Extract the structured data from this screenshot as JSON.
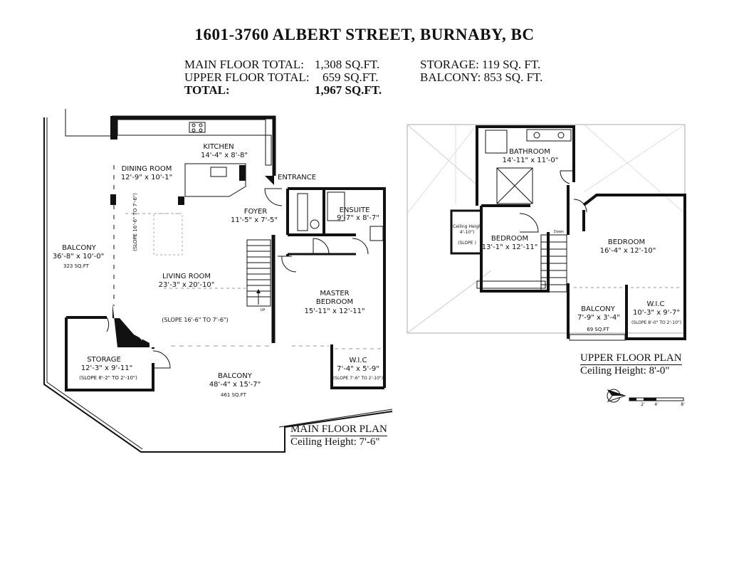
{
  "title": "1601-3760 ALBERT STREET, BURNABY, BC",
  "totals": {
    "main_floor_label": "MAIN FLOOR TOTAL:",
    "main_floor_value": "1,308 SQ.FT.",
    "upper_floor_label": "UPPER FLOOR TOTAL:",
    "upper_floor_value": "659 SQ.FT.",
    "total_label": "TOTAL:",
    "total_value": "1,967 SQ.FT.",
    "storage": "STORAGE: 119 SQ. FT.",
    "balcony": "BALCONY: 853 SQ. FT."
  },
  "main_floor": {
    "heading": "MAIN FLOOR PLAN",
    "ceiling": "Ceiling Height: 7'-6\"",
    "rooms": {
      "kitchen": {
        "name": "KITCHEN",
        "dims": "14'-4\" x 8'-8\""
      },
      "dining": {
        "name": "DINING ROOM",
        "dims": "12'-9\" x 10'-1\""
      },
      "entrance": {
        "name": "ENTRANCE"
      },
      "foyer": {
        "name": "FOYER",
        "dims": "11'-5\" x 7'-5\""
      },
      "ensuite": {
        "name": "ENSUITE",
        "dims": "9'-7\" x 8'-7\""
      },
      "balcony_left": {
        "name": "BALCONY",
        "dims": "36'-8\" x 10'-0\"",
        "area": "323 SQ.FT"
      },
      "slope_dining": "(SLOPE 16'-6\" TO 7'-6\")",
      "living": {
        "name": "LIVING ROOM",
        "dims": "23'-3\" x 20'-10\""
      },
      "slope_living": "(SLOPE 16'-6\" TO 7'-6\")",
      "master": {
        "name1": "MASTER",
        "name2": "BEDROOM",
        "dims": "15'-11\" x 12'-11\""
      },
      "storage": {
        "name": "STORAGE",
        "dims": "12'-3\" x 9'-11\"",
        "slope": "(SLOPE 8'-2\" TO 2'-10\")"
      },
      "balcony_bottom": {
        "name": "BALCONY",
        "dims": "48'-4\" x 15'-7\"",
        "area": "461 SQ.FT"
      },
      "wic": {
        "name": "W.I.C",
        "dims": "7'-4\" x 5'-9\"",
        "slope": "(SLOPE 7'-6\" TO 2'-10\")"
      },
      "stair_up": "UP"
    }
  },
  "upper_floor": {
    "heading": "UPPER FLOOR PLAN",
    "ceiling": "Ceiling Height: 8'-0\"",
    "rooms": {
      "bathroom": {
        "name": "BATHROOM",
        "dims": "14'-11\" x 11'-0\""
      },
      "bedroom_left": {
        "name": "BEDROOM",
        "dims": "13'-1\" x 12'-11\""
      },
      "bedroom_right": {
        "name": "BEDROOM",
        "dims": "16'-4\" x 12'-10\""
      },
      "ceiling_note1": "(Ceiling Height",
      "ceiling_note2": "4'-10\")",
      "slope": "(SLOPE )",
      "balcony": {
        "name": "BALCONY",
        "dims": "7'-9\" x 3'-4\"",
        "area": "69 SQ.FT"
      },
      "wic": {
        "name": "W.I.C",
        "dims": "10'-3\" x 9'-7\"",
        "slope": "(SLOPE 8'-0\" TO 2'-10\")"
      },
      "stair_down": "Down"
    }
  },
  "scale": {
    "ticks": [
      "2'",
      "4'",
      "8'"
    ]
  }
}
